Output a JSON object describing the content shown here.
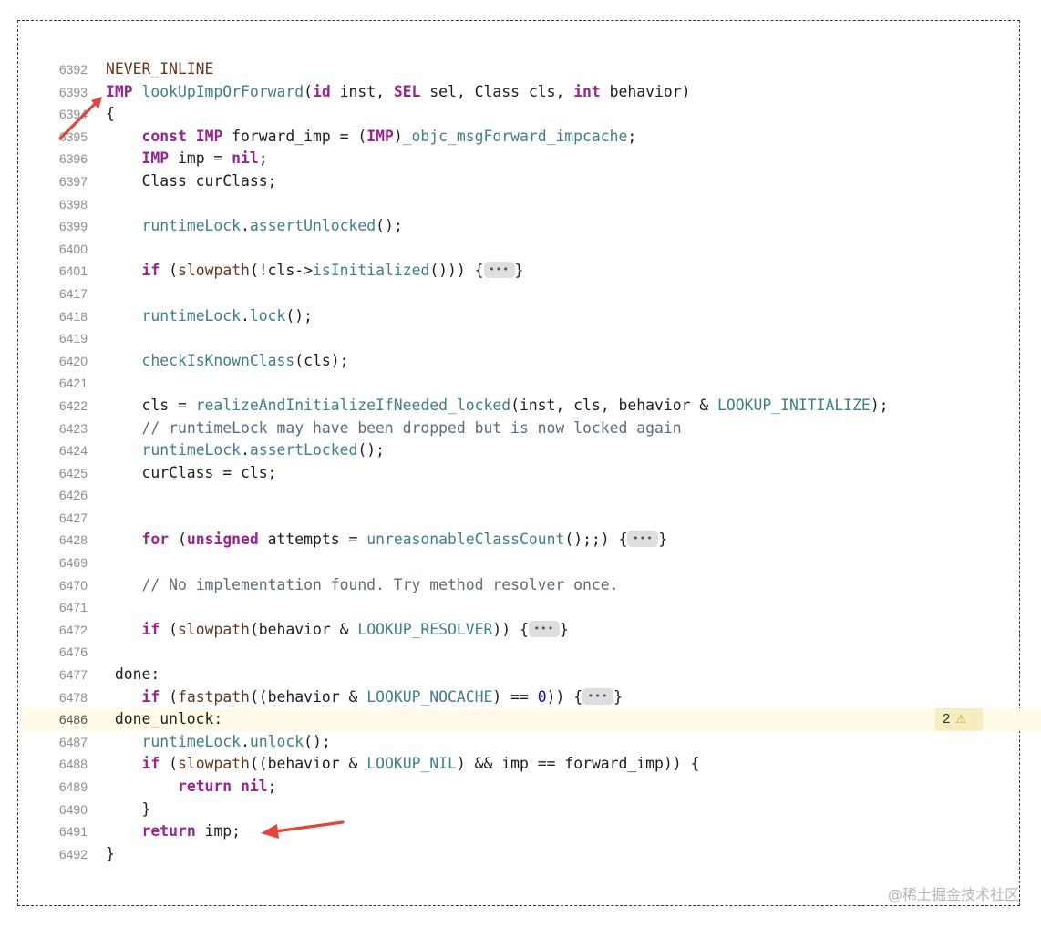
{
  "editor": {
    "lines": [
      {
        "num": "6392",
        "text": "NEVER_INLINE"
      },
      {
        "num": "6393",
        "text": "IMP lookUpImpOrForward(id inst, SEL sel, Class cls, int behavior)"
      },
      {
        "num": "6394",
        "text": "{"
      },
      {
        "num": "6395",
        "text": "    const IMP forward_imp = (IMP)_objc_msgForward_impcache;"
      },
      {
        "num": "6396",
        "text": "    IMP imp = nil;"
      },
      {
        "num": "6397",
        "text": "    Class curClass;"
      },
      {
        "num": "6398",
        "text": ""
      },
      {
        "num": "6399",
        "text": "    runtimeLock.assertUnlocked();"
      },
      {
        "num": "6400",
        "text": ""
      },
      {
        "num": "6401",
        "text": "    if (slowpath(!cls->isInitialized())) {"
      },
      {
        "num": "6417",
        "text": ""
      },
      {
        "num": "6418",
        "text": "    runtimeLock.lock();"
      },
      {
        "num": "6419",
        "text": ""
      },
      {
        "num": "6420",
        "text": "    checkIsKnownClass(cls);"
      },
      {
        "num": "6421",
        "text": ""
      },
      {
        "num": "6422",
        "text": "    cls = realizeAndInitializeIfNeeded_locked(inst, cls, behavior & LOOKUP_INITIALIZE);"
      },
      {
        "num": "6423",
        "text": "    // runtimeLock may have been dropped but is now locked again"
      },
      {
        "num": "6424",
        "text": "    runtimeLock.assertLocked();"
      },
      {
        "num": "6425",
        "text": "    curClass = cls;"
      },
      {
        "num": "6426",
        "text": ""
      },
      {
        "num": "6427",
        "text": ""
      },
      {
        "num": "6428",
        "text": "    for (unsigned attempts = unreasonableClassCount();;) {"
      },
      {
        "num": "6469",
        "text": ""
      },
      {
        "num": "6470",
        "text": "    // No implementation found. Try method resolver once."
      },
      {
        "num": "6471",
        "text": ""
      },
      {
        "num": "6472",
        "text": "    if (slowpath(behavior & LOOKUP_RESOLVER)) {"
      },
      {
        "num": "6476",
        "text": ""
      },
      {
        "num": "6477",
        "text": " done:"
      },
      {
        "num": "6478",
        "text": "    if (fastpath((behavior & LOOKUP_NOCACHE) == 0)) {"
      },
      {
        "num": "6486",
        "text": " done_unlock:"
      },
      {
        "num": "6487",
        "text": "    runtimeLock.unlock();"
      },
      {
        "num": "6488",
        "text": "    if (slowpath((behavior & LOOKUP_NIL) && imp == forward_imp)) {"
      },
      {
        "num": "6489",
        "text": "        return nil;"
      },
      {
        "num": "6490",
        "text": "    }"
      },
      {
        "num": "6491",
        "text": "    return imp;"
      },
      {
        "num": "6492",
        "text": "}"
      }
    ],
    "fold_placeholder": "•••",
    "warning_count": "2",
    "warning_icon": "warning-triangle-icon"
  },
  "watermark": "@稀土掘金技术社区",
  "colors": {
    "keyword": "#9b2393",
    "function": "#3e7f8a",
    "comment": "#5d6c79",
    "number": "#1c00cf",
    "macro": "#643820",
    "highlight": "#fffbe8",
    "arrow": "#e0463c"
  }
}
